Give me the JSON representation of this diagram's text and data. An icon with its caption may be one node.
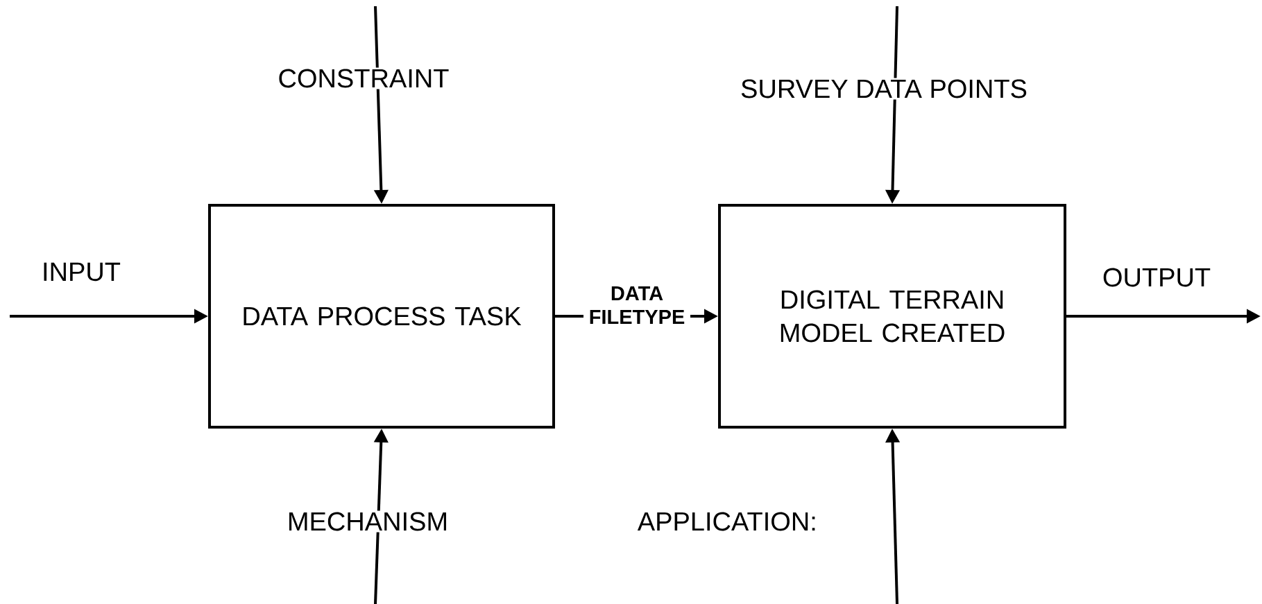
{
  "diagram": {
    "nodes": [
      {
        "text": [
          "DATA PROCESS TASK"
        ]
      },
      {
        "text": [
          "DIGITAL TERRAIN MODEL CREATED"
        ]
      }
    ],
    "edges": [
      {
        "from": null,
        "to": 0,
        "arrow": "to",
        "label": "INPUT"
      },
      {
        "from": null,
        "to": 0,
        "arrow": "to",
        "label": "CONSTRAINT"
      },
      {
        "from": null,
        "to": 0,
        "arrow": "to",
        "label": "MECHANISM"
      },
      {
        "from": 0,
        "to": 1,
        "arrow": "to",
        "label": "DATA FILETYPE"
      },
      {
        "from": null,
        "to": 1,
        "arrow": "to",
        "label": "SURVEY DATA POINTS"
      },
      {
        "from": null,
        "to": 1,
        "arrow": "to",
        "label": "APPLICATION:"
      },
      {
        "from": 1,
        "to": null,
        "arrow": "to",
        "label": "OUTPUT"
      }
    ]
  }
}
